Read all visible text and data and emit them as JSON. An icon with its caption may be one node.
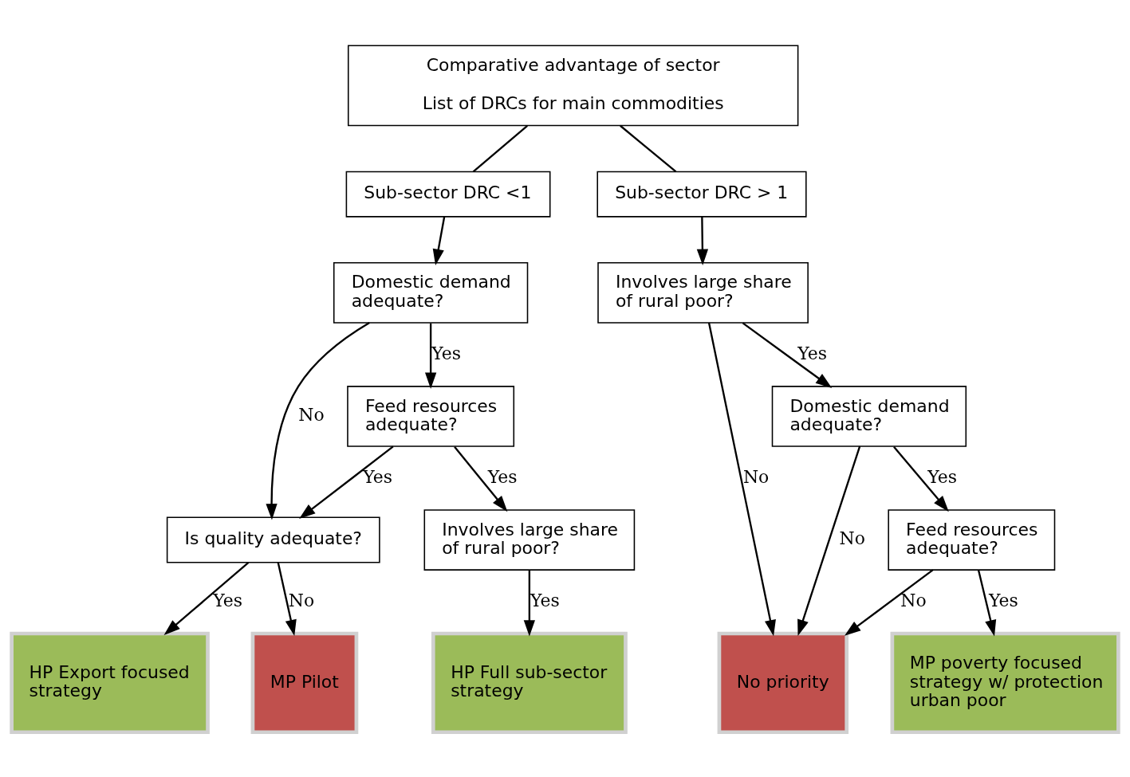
{
  "diagram": {
    "nodes": [
      {
        "text": [
          "Comparative advantage of sector",
          "List of DRCs for main commodities"
        ]
      },
      {
        "text": [
          "Sub-sector DRC <1"
        ]
      },
      {
        "text": [
          "Sub-sector DRC > 1"
        ]
      },
      {
        "text": [
          "Domestic demand adequate?"
        ]
      },
      {
        "text": [
          "Is quality adequate?"
        ]
      },
      {
        "text": [
          "Feed resources adequate?"
        ]
      },
      {
        "text": [
          "HP Export focused strategy"
        ]
      },
      {
        "text": [
          "MP Pilot"
        ]
      },
      {
        "text": [
          "Involves large share of rural poor?"
        ]
      },
      {
        "text": [
          "HP Full sub-sector strategy"
        ]
      },
      {
        "text": [
          "Involves large share of rural poor?"
        ]
      },
      {
        "text": [
          "No priority"
        ]
      },
      {
        "text": [
          "Domestic demand adequate?"
        ]
      },
      {
        "text": [
          "Feed resources adequate?"
        ]
      },
      {
        "text": [
          "MP poverty focused strategy w/ protection urban poor"
        ]
      }
    ],
    "edges": [
      {
        "from": 0,
        "to": 1,
        "arrow": "none"
      },
      {
        "from": 0,
        "to": 2,
        "arrow": "none"
      },
      {
        "from": 1,
        "to": 3,
        "arrow": "to"
      },
      {
        "from": 3,
        "to": 4,
        "arrow": "to",
        "label": "No"
      },
      {
        "from": 3,
        "to": 5,
        "arrow": "to",
        "label": "Yes"
      },
      {
        "from": 5,
        "to": 4,
        "arrow": "to",
        "label": "Yes"
      },
      {
        "from": 4,
        "to": 6,
        "arrow": "to",
        "label": "Yes"
      },
      {
        "from": 4,
        "to": 7,
        "arrow": "to",
        "label": "No"
      },
      {
        "from": 5,
        "to": 8,
        "arrow": "to",
        "label": "Yes"
      },
      {
        "from": 8,
        "to": 9,
        "arrow": "to",
        "label": "Yes"
      },
      {
        "from": 2,
        "to": 10,
        "arrow": "to"
      },
      {
        "from": 10,
        "to": 11,
        "arrow": "to",
        "label": "No"
      },
      {
        "from": 10,
        "to": 12,
        "arrow": "to",
        "label": "Yes"
      },
      {
        "from": 12,
        "to": 11,
        "arrow": "to",
        "label": "No"
      },
      {
        "from": 12,
        "to": 13,
        "arrow": "to",
        "label": "Yes"
      },
      {
        "from": 13,
        "to": 11,
        "arrow": "to",
        "label": "No"
      },
      {
        "from": 13,
        "to": 14,
        "arrow": "to",
        "label": "Yes"
      }
    ]
  }
}
